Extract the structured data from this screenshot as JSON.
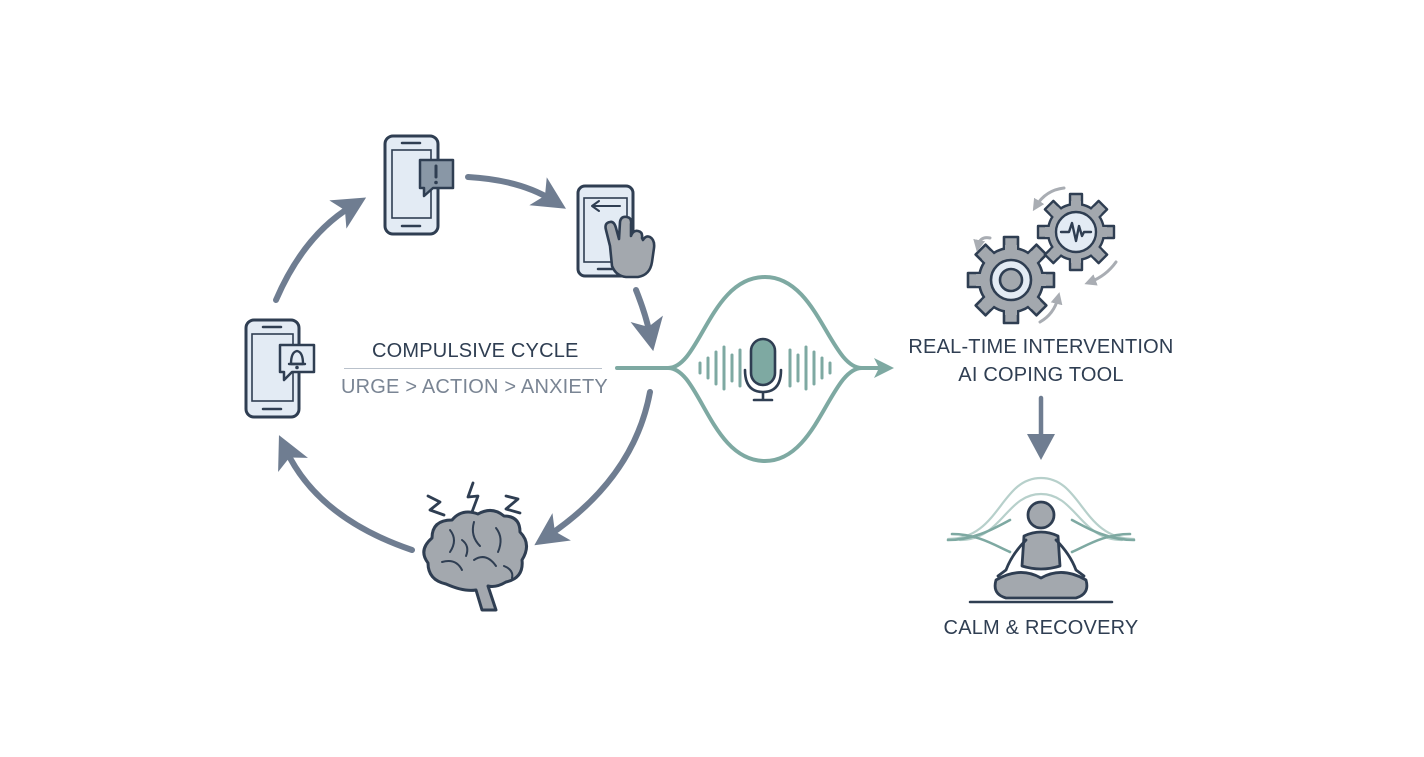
{
  "cycle": {
    "title": "COMPULSIVE CYCLE",
    "subtitle": "URGE > ACTION > ANXIETY"
  },
  "intervention": {
    "title": "REAL-TIME INTERVENTION",
    "subtitle": "AI COPING TOOL"
  },
  "outcome": {
    "title": "CALM & RECOVERY"
  },
  "icons": {
    "cycle_nodes": [
      "phone-notification-icon",
      "phone-swipe-icon",
      "brain-stress-icon",
      "phone-bell-icon"
    ],
    "bridge": "microphone-waveform-icon",
    "intervention": "gears-icon",
    "outcome": "meditation-person-icon"
  },
  "colors": {
    "ink": "#2f3e52",
    "slate_arrow": "#6f7d91",
    "teal": "#7ea9a2",
    "device_fill": "#e3ebf4",
    "icon_gray": "#a3a8ae",
    "muted_text": "#7a8594"
  }
}
